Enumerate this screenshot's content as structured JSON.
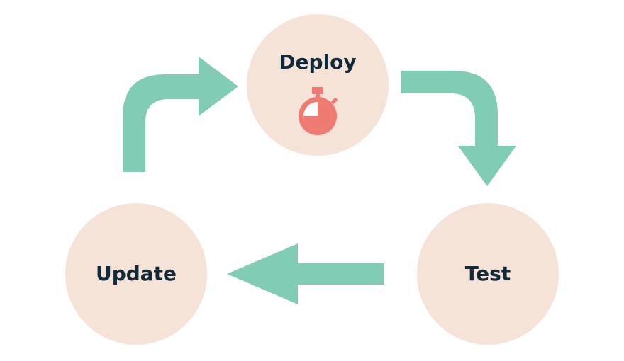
{
  "colors": {
    "node_fill": "#f5e3d8",
    "arrow": "#80ccb4",
    "label": "#102a3a",
    "icon": "#ee7a72",
    "icon_face": "#ffffff"
  },
  "nodes": {
    "deploy": {
      "label": "Deploy",
      "icon": "stopwatch-icon"
    },
    "test": {
      "label": "Test"
    },
    "update": {
      "label": "Update"
    }
  },
  "edges": [
    {
      "from": "Deploy",
      "to": "Test"
    },
    {
      "from": "Test",
      "to": "Update"
    },
    {
      "from": "Update",
      "to": "Deploy"
    }
  ]
}
